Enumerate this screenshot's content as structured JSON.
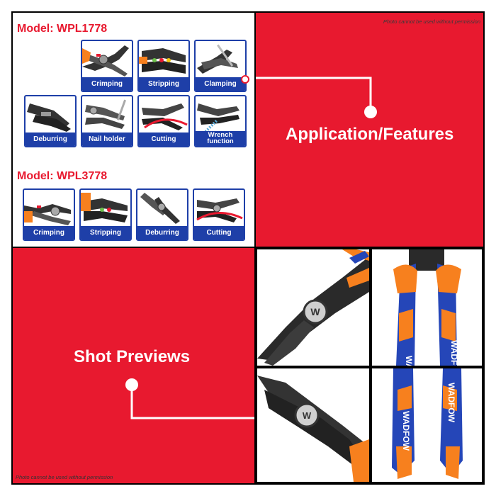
{
  "watermark_top": "Photo cannot be used without permission",
  "watermark_bottom": "Photo cannot be used without permission",
  "model_1": "Model: WPL1778",
  "model_2": "Model: WPL3778",
  "features_row1": [
    "Crimping",
    "Stripping",
    "Clamping"
  ],
  "features_row2": [
    "Deburring",
    "Nail holder",
    "Cutting",
    "Wrench function"
  ],
  "features_row3": [
    "Crimping",
    "Stripping",
    "Deburring",
    "Cutting"
  ],
  "application_title": "Application/Features",
  "shot_title": "Shot Previews",
  "brand": "WADFOW",
  "colors": {
    "accent_red": "#e8192f",
    "label_blue": "#1e3fa8",
    "handle_orange": "#f7801e",
    "handle_blue": "#2546b8"
  }
}
